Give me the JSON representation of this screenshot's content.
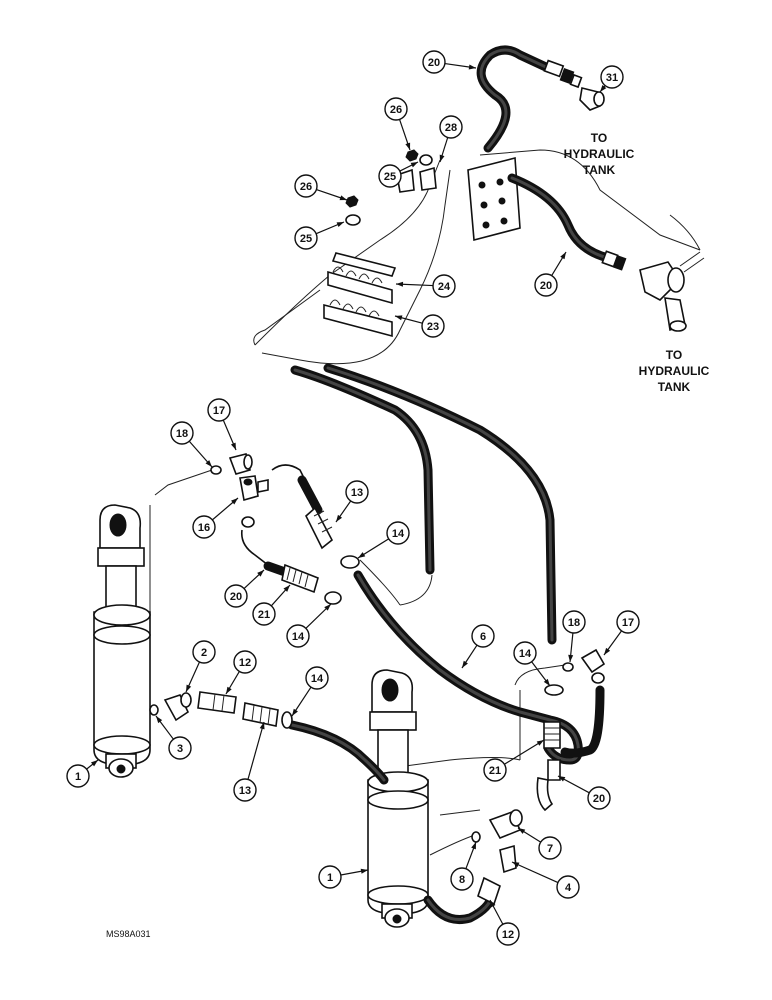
{
  "diagram": {
    "drawing_code": "MS98A031",
    "notes": [
      {
        "id": "tank-note-upper",
        "lines": [
          "TO",
          "HYDRAULIC",
          "TANK"
        ]
      },
      {
        "id": "tank-note-lower",
        "lines": [
          "TO",
          "HYDRAULIC",
          "TANK"
        ]
      }
    ],
    "callouts": [
      "20",
      "31",
      "26",
      "28",
      "25",
      "26",
      "25",
      "24",
      "23",
      "20",
      "18",
      "17",
      "16",
      "13",
      "14",
      "20",
      "21",
      "14",
      "2",
      "12",
      "14",
      "1",
      "3",
      "13",
      "6",
      "18",
      "17",
      "14",
      "21",
      "20",
      "7",
      "1",
      "8",
      "4",
      "12"
    ]
  }
}
